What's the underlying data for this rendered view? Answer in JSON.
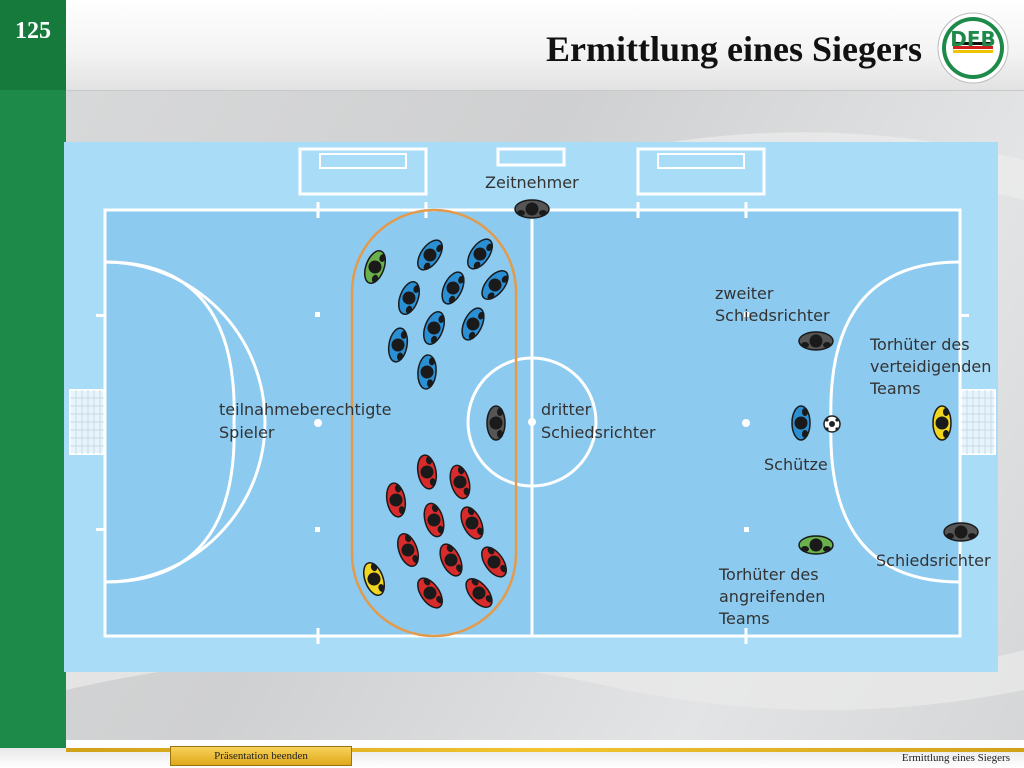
{
  "slide": {
    "number": "125",
    "title": "Ermittlung eines Siegers"
  },
  "logo": {
    "name": "dfb-logo",
    "letters": "DFB"
  },
  "diagram": {
    "labels": {
      "timekeeper": "Zeitnehmer",
      "eligible_line1": "teilnahmeberechtigte",
      "eligible_line2": "Spieler",
      "third_ref_line1": "dritter",
      "third_ref_line2": "Schiedsrichter",
      "second_ref_line1": "zweiter",
      "second_ref_line2": "Schiedsrichter",
      "def_gk_line1": "Torhüter des",
      "def_gk_line2": "verteidigenden",
      "def_gk_line3": "Teams",
      "shooter": "Schütze",
      "referee": "Schiedsrichter",
      "att_gk_line1": "Torhüter des",
      "att_gk_line2": "angreifenden",
      "att_gk_line3": "Teams"
    },
    "colors": {
      "field": "#8ccaf0",
      "outer": "#a9dcf7",
      "lines": "#ffffff",
      "ellipse": "#e39a4a",
      "team_blue": "#2b8fd4",
      "team_red": "#d92b2b",
      "gk_green": "#6ab04c",
      "gk_yellow": "#f0d61e",
      "official": "#555555"
    }
  },
  "footer": {
    "end_button": "Präsentation beenden",
    "right_text": "Ermittlung eines Siegers"
  }
}
